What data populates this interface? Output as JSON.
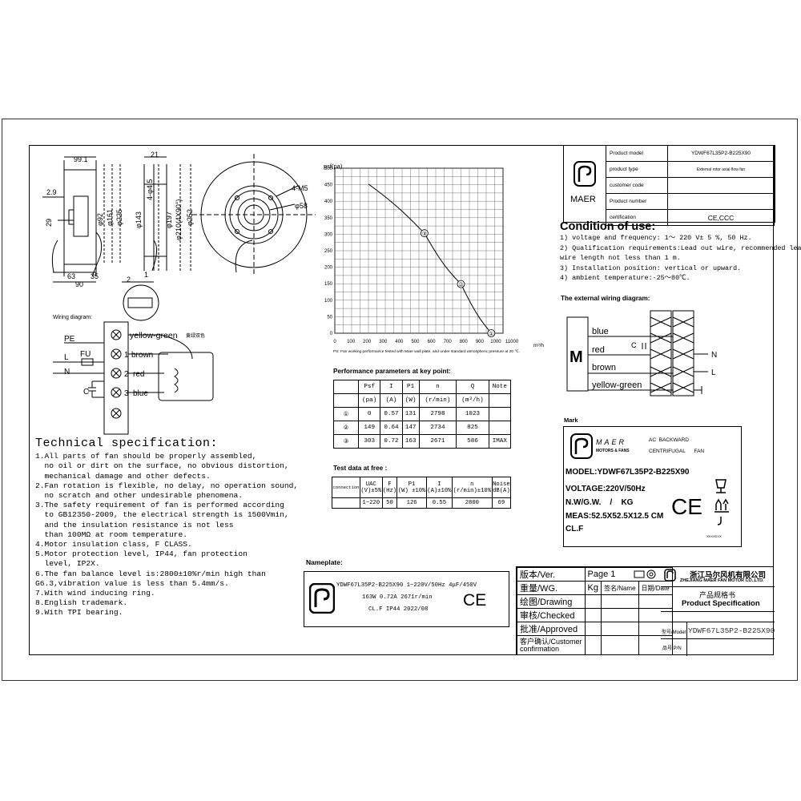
{
  "drawing": {
    "dim_991": "99.1",
    "dim_21": "21",
    "dim_29": "2.9",
    "dim_29b": "29",
    "dim_92": "φ92",
    "dim_161": "φ161",
    "dim_225": "φ225",
    "dim_63": "63",
    "dim_35": "35",
    "dim_90": "90",
    "dim_45": "4-φ4.5",
    "dim_143": "φ143",
    "dim_197": "φ197",
    "dim_210": "φ210(4X90°)",
    "dim_252": "φ252",
    "dim_2": "2",
    "dim_1": "1",
    "dim_4m5": "4-M5",
    "dim_58": "φ58"
  },
  "wiring": {
    "title": "Wiring diagram:",
    "pe": "PE",
    "l": "L",
    "fu": "FU",
    "n": "N",
    "c": "C",
    "yg": "yellow-green",
    "yg_cn": "黄绿双色",
    "t1": "1",
    "brown": "brown",
    "t2": "2",
    "red": "red",
    "t3": "3",
    "blue": "blue"
  },
  "tech": {
    "title": "Technical specification:",
    "lines": [
      "1.All parts of fan should be properly assembled,",
      "  no oil or dirt on the surface, no obvious distortion,",
      "  mechanical damage and other defects.",
      "2.Fan rotation is flexible, no delay, no operation sound,",
      "  no scratch and other undesirable phenomena.",
      "3.The safety requirement of fan is performed according",
      "  to GB12350-2009, the electrical strength is 1500Vmin,",
      "  and the insulation resistance is not less",
      "  than 100MΩ at room temperature.",
      "4.Motor insulation class, F CLASS.",
      "5.Motor protection level, IP44, fan protection",
      "  level, IP2X.",
      "6.The fan balance level is:2800±10%r/min high than",
      "G6.3,vibration value is less than 5.4mm/s.",
      "7.With wind inducing ring.",
      "8.English trademark.",
      "9.With TPI bearing."
    ]
  },
  "chart_data": {
    "type": "line",
    "title": "",
    "ylabel": "psf(pa)",
    "xlabel": "m³/h",
    "ylim": [
      0,
      500
    ],
    "xlim": [
      0,
      1100
    ],
    "x_ticks": [
      "0",
      "100",
      "200",
      "300",
      "400",
      "500",
      "600",
      "700",
      "800",
      "900",
      "1000",
      "11000"
    ],
    "y_ticks": [
      "0",
      "50",
      "100",
      "150",
      "200",
      "250",
      "300",
      "350",
      "400",
      "450",
      "500"
    ],
    "series": [
      {
        "x": [
          220,
          586,
          825,
          1023
        ],
        "y": [
          452,
          303,
          149,
          0
        ]
      }
    ],
    "key_points": [
      {
        "label": "③",
        "x": 586,
        "y": 303
      },
      {
        "label": "②",
        "x": 825,
        "y": 149
      },
      {
        "label": "①",
        "x": 1023,
        "y": 0
      }
    ],
    "note": "PS: Fan working performance tested with Maer wall plate, and under standard atmospheric pressure at 20 ℃."
  },
  "perf": {
    "title": "Performance parameters at key point:",
    "headers": [
      "",
      "Psf",
      "I",
      "P1",
      "n",
      "Q",
      "Note"
    ],
    "units": [
      "",
      "(pa)",
      "(A)",
      "(W)",
      "(r/min)",
      "(m³/h)",
      ""
    ],
    "rows": [
      [
        "①",
        "0",
        "0.57",
        "131",
        "2798",
        "1023",
        ""
      ],
      [
        "②",
        "149",
        "0.64",
        "147",
        "2734",
        "825",
        ""
      ],
      [
        "③",
        "303",
        "0.72",
        "163",
        "2671",
        "586",
        "IMAX"
      ]
    ]
  },
  "test": {
    "title": "Test data at free :",
    "headers": [
      "connection",
      "UAC\n(V)±5%",
      "F\n(Hz)",
      "P1\n(W) ±10%",
      "I\n(A)±10%",
      "n\n(r/min)±10%",
      "Noise\ndB(A)"
    ],
    "row": [
      "",
      "1~220",
      "50",
      "126",
      "0.55",
      "2800",
      "69"
    ]
  },
  "nameplate": {
    "title": "Nameplate:",
    "line1": "YDWF67L35P2-B225X90 1~220V/50Hz  4μF/450V",
    "line2": "163W 0.72A 2671r/min",
    "line3": "CL.F IP44 2022/08",
    "ce": "CE"
  },
  "info": {
    "brand": "MAER",
    "rows": [
      [
        "Product model",
        "YDWF67L35P2-B225X90"
      ],
      [
        "product type",
        "External rotor axial flow fan"
      ],
      [
        "customer code",
        ""
      ],
      [
        "Product number",
        ""
      ],
      [
        "certification",
        "CE,CCC"
      ]
    ]
  },
  "condition": {
    "title": "Condition of use:",
    "lines": [
      "1) voltage and frequency: 1～ 220 V± 5 %, 50 Hz.",
      "2) Qualification requirements:Lead out wire, recommended lead",
      "wire length not less than 1 m.",
      "3) Installation position: vertical or upward.",
      "4) ambient temperature:-25～80℃."
    ]
  },
  "external": {
    "title": "The external wiring diagram:",
    "m": "M",
    "blue": "blue",
    "red": "red",
    "c": "C",
    "brown": "brown",
    "yg": "yellow-green",
    "n": "N",
    "l": "L"
  },
  "mark": {
    "title": "Mark",
    "brand": "MAER",
    "sub": "MOTORS & FANS",
    "type1": "AC  BACKWARD",
    "type2": "CENTRIFUGAL      FAN",
    "model": "MODEL:YDWF67L35P2-B225X90",
    "voltage": "VOLTAGE:220V/50Hz",
    "nw": "N.W/G.W.    /    KG",
    "meas": "MEAS:52.5X52.5X12.5 CM",
    "cl": "CL.F",
    "ce": "CE",
    "xx": "XXXXXXX"
  },
  "titleblock": {
    "version": "版本/Ver.",
    "page_label": "Page",
    "page_no": "1",
    "weight": "重量/WG.",
    "kg": "Kg",
    "sign": "签名/Name",
    "date": "日期/Date",
    "drawing": "绘图/Drawing",
    "checked": "审核/Checked",
    "approved": "批准/Approved",
    "customer": "客户确认/Customer",
    "confirmation": "confirmation",
    "company_cn": "浙江马尔风机有限公司",
    "company_en": "ZHEJIANG MAER FAN MOTOR CO.,LTD.",
    "doc_cn": "产品规格书",
    "doc_en": "Product Specification",
    "model_label": "型号/Model",
    "model": "YDWF67L35P2-B225X90",
    "pn_label": "品号 P/N"
  }
}
